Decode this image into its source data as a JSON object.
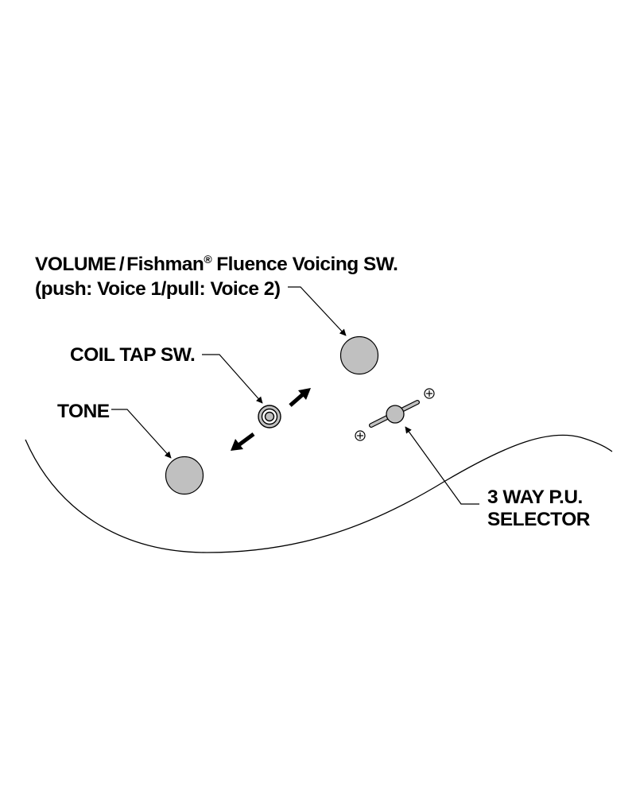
{
  "labels": {
    "volume_line1_a": "VOLUME",
    "volume_separator": "/",
    "volume_line1_b": "Fishman",
    "volume_registered": "®",
    "volume_line1_c": "Fluence Voicing SW.",
    "volume_line2": "(push: Voice 1/pull: Voice 2)",
    "coil_tap": "COIL TAP SW.",
    "tone": "TONE",
    "selector_line1": "3 WAY P.U.",
    "selector_line2": "SELECTOR"
  },
  "colors": {
    "knob_fill": "#c0c0c0",
    "line": "#000000",
    "background": "#ffffff"
  },
  "icons": {
    "coil_tap_direction": "double-arrow-icon",
    "selector_screws": "phillips-screw-icon"
  }
}
